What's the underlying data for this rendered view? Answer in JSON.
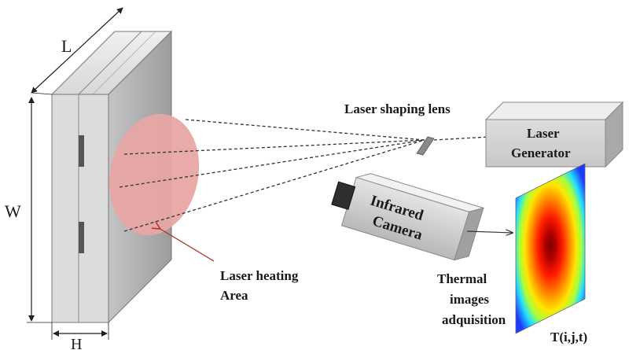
{
  "labels": {
    "dim_L": "L",
    "dim_W": "W",
    "dim_H": "H",
    "laser_shaping_lens": "Laser shaping lens",
    "laser_generator_line1": "Laser",
    "laser_generator_line2": "Generator",
    "infrared_camera_line1": "Infrared",
    "infrared_camera_line2": "Camera",
    "laser_heating_line1": "Laser heating",
    "laser_heating_line2": "Area",
    "thermal_line1": "Thermal",
    "thermal_line2": "images",
    "thermal_line3": "adquisition",
    "temperature_function": "T(i,j,t)"
  },
  "colors": {
    "heating_area": "#e8a5a5",
    "heating_arrow": "#b03030",
    "plate_front": "#d8d8d8",
    "plate_side": "#a8a8a8",
    "thermal_hot": "#8b0000",
    "thermal_cold": "#1e3cff"
  }
}
